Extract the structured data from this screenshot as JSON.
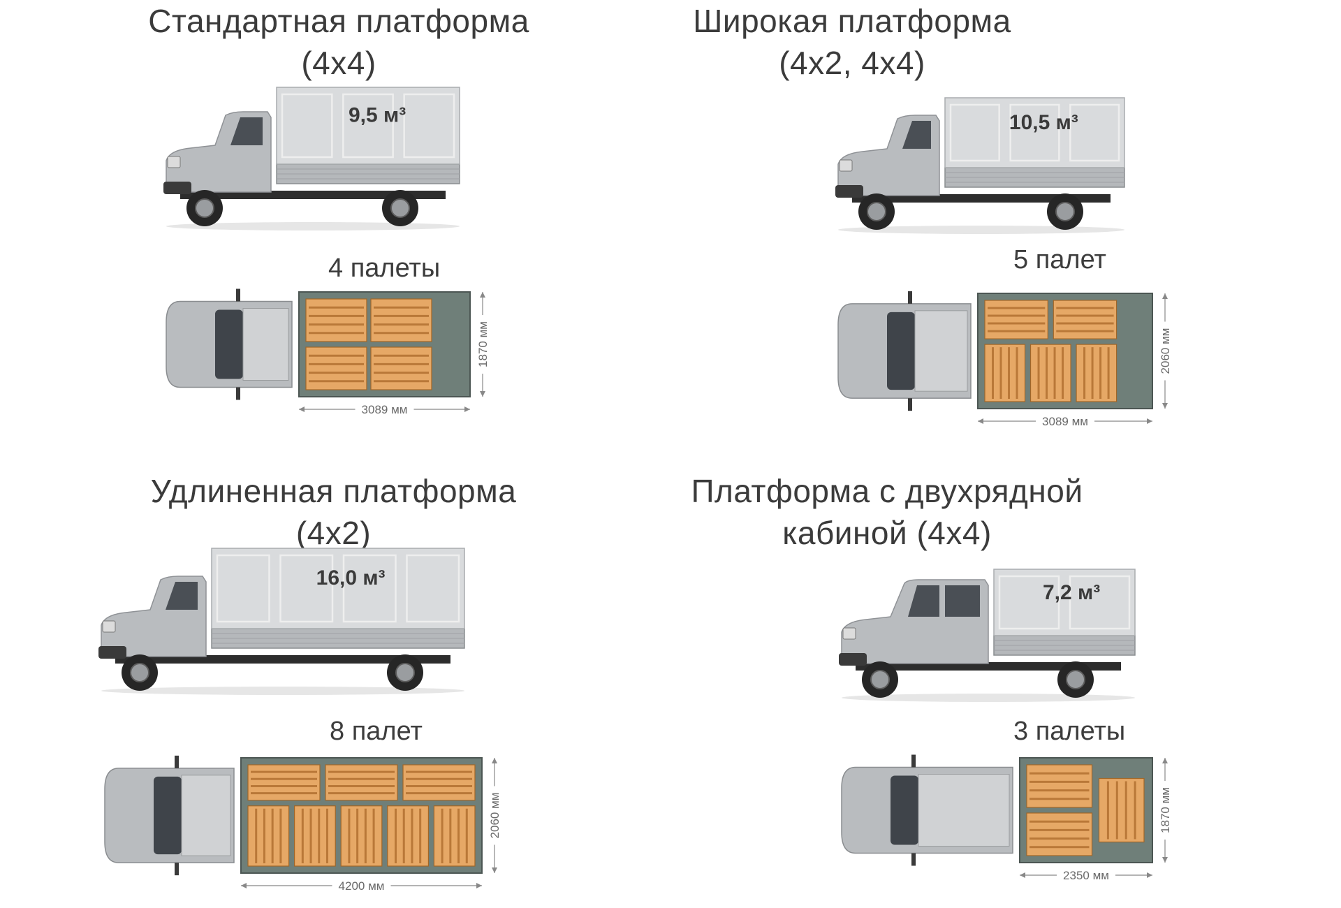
{
  "platforms": [
    {
      "title_line1": "Стандартная платформа",
      "title_line2": "(4x4)",
      "volume": "9,5 м³",
      "pallets_label": "4 палеты",
      "pallet_count": 4,
      "length_label": "3089 мм",
      "width_label": "1870 мм",
      "cab": "single"
    },
    {
      "title_line1": "Широкая платформа",
      "title_line2": "(4x2, 4x4)",
      "volume": "10,5 м³",
      "pallets_label": "5 палет",
      "pallet_count": 5,
      "length_label": "3089 мм",
      "width_label": "2060 мм",
      "cab": "single"
    },
    {
      "title_line1": "Удлиненная платформа",
      "title_line2": "(4x2)",
      "volume": "16,0 м³",
      "pallets_label": "8 палет",
      "pallet_count": 8,
      "length_label": "4200 мм",
      "width_label": "2060 мм",
      "cab": "single"
    },
    {
      "title_line1": "Платформа с двухрядной",
      "title_line2": "кабиной (4x4)",
      "volume": "7,2 м³",
      "pallets_label": "3 палеты",
      "pallet_count": 3,
      "length_label": "2350 мм",
      "width_label": "1870 мм",
      "cab": "double"
    }
  ],
  "colors": {
    "body_silver": "#b9bcbf",
    "awning": "#d9dbdd",
    "deck": "#6f7f79",
    "pallet": "#e6a866",
    "pallet_slat": "#b97838"
  }
}
